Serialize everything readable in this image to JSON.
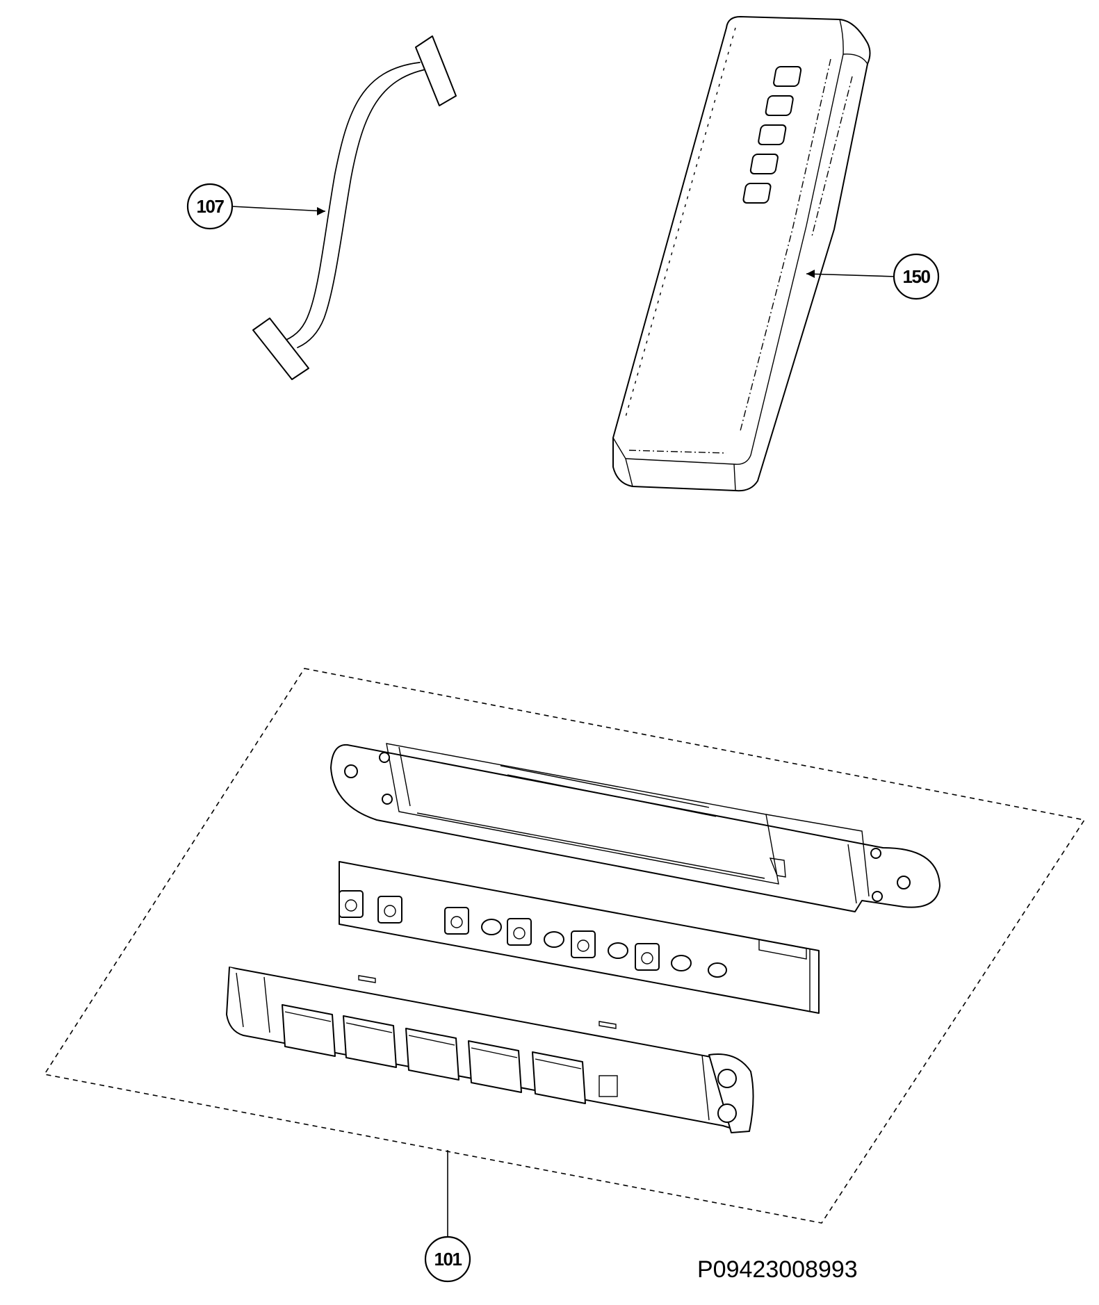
{
  "callouts": {
    "c107": "107",
    "c150": "150",
    "c101": "101"
  },
  "reference_code": "P09423008993",
  "colors": {
    "line": "#000000",
    "background": "#ffffff"
  }
}
